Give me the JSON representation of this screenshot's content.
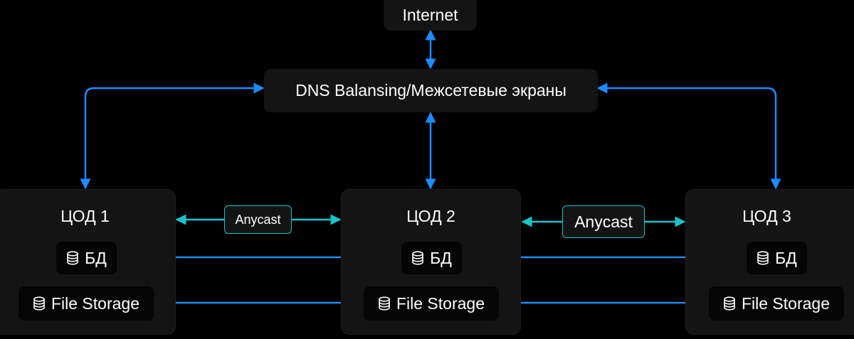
{
  "nodes": {
    "internet": "Internet",
    "dns": "DNS Balansing/Межсетевые экраны"
  },
  "datacenters": [
    {
      "title": "ЦОД 1",
      "db": "БД",
      "storage": "File Storage"
    },
    {
      "title": "ЦОД 2",
      "db": "БД",
      "storage": "File Storage"
    },
    {
      "title": "ЦОД 3",
      "db": "БД",
      "storage": "File Storage"
    }
  ],
  "links": {
    "anycast_1": "Anycast",
    "anycast_2": "Anycast"
  },
  "icons": {
    "resource": "database-icon"
  },
  "colors": {
    "arrow": "#1a8cff",
    "anycast_arrow": "#17c3c9",
    "box": "#141414",
    "inner_box": "#050505",
    "background": "#000000"
  }
}
